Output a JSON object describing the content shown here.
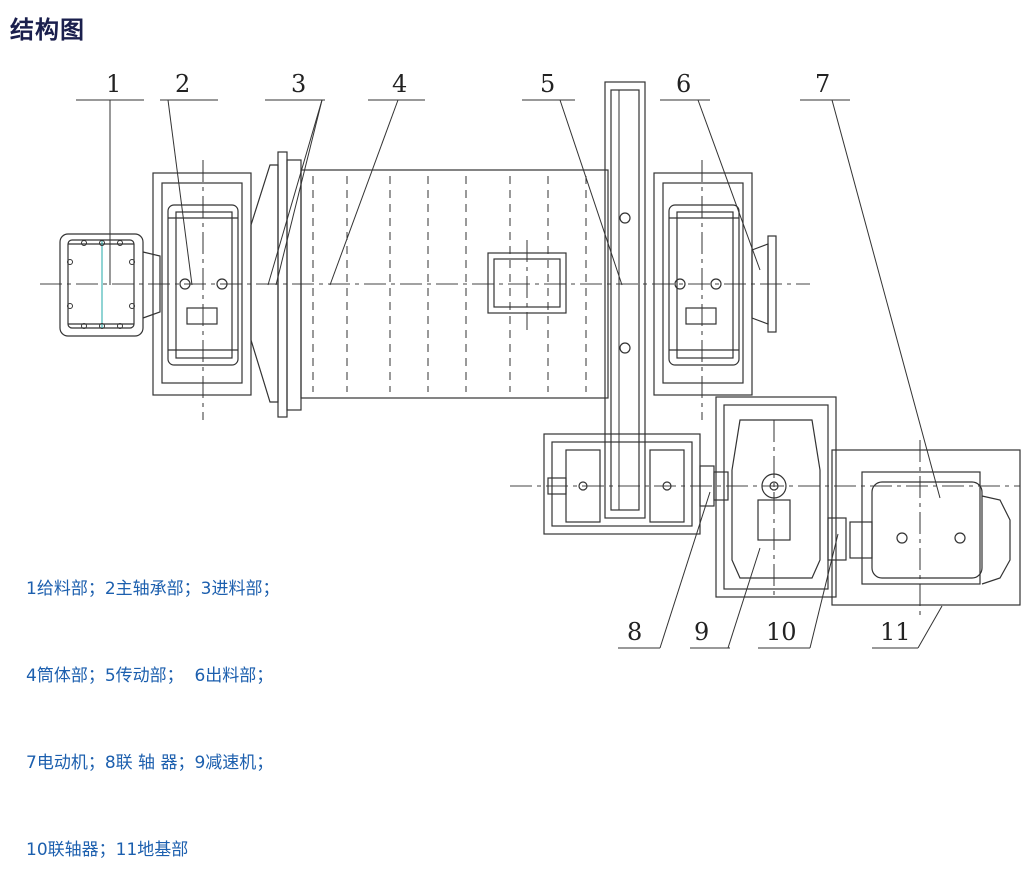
{
  "title": "结构图",
  "legend": [
    "1给料部；2主轴承部；3进料部；",
    "4筒体部；5传动部；  6出料部；",
    "7电动机；8联 轴 器；9减速机；",
    "10联轴器；11地基部"
  ],
  "callouts": [
    "1",
    "2",
    "3",
    "4",
    "5",
    "6",
    "7",
    "8",
    "9",
    "10",
    "11"
  ],
  "colors": {
    "line": "#333333",
    "title": "#1a1f4d",
    "legend": "#1c5fae"
  }
}
